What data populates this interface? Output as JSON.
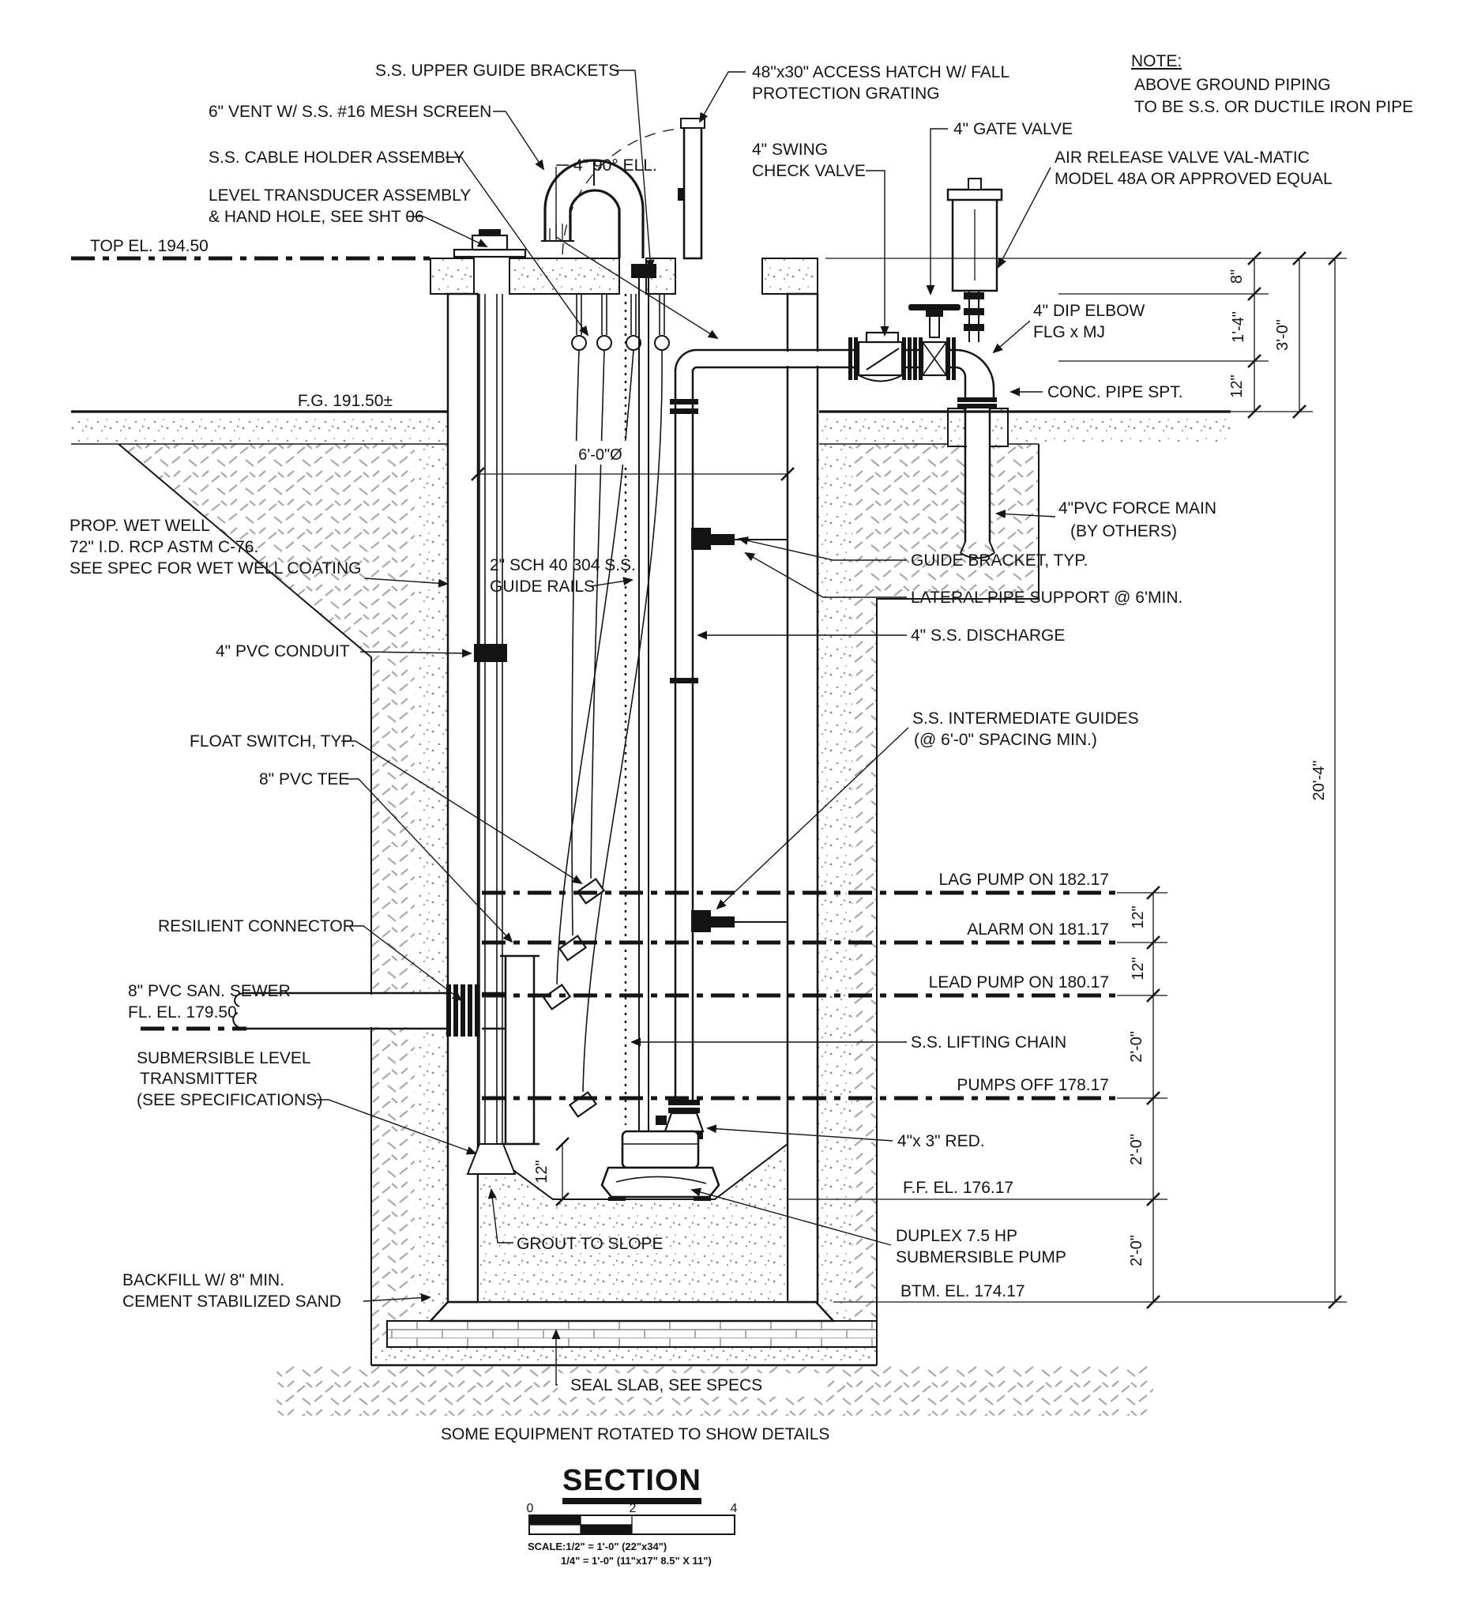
{
  "drawing": {
    "title": "SECTION",
    "footnote": "SOME EQUIPMENT ROTATED TO SHOW DETAILS",
    "note": {
      "heading": "NOTE:",
      "line1": "ABOVE GROUND PIPING",
      "line2": "TO BE S.S. OR DUCTILE IRON PIPE"
    },
    "scale": {
      "tick0": "0",
      "tick2": "2",
      "tick4": "4",
      "line1": "SCALE:1/2\" = 1'-0\" (22\"x34\")",
      "line2": "1/4\" = 1'-0\" (11\"x17\" 8.5\" X 11\")"
    }
  },
  "elevations": {
    "top": "TOP EL. 194.50",
    "fg": "F.G. 191.50±",
    "lag": "LAG PUMP ON 182.17",
    "alarm": "ALARM ON 181.17",
    "lead": "LEAD PUMP ON 180.17",
    "pumps_off": "PUMPS OFF 178.17",
    "ff": "F.F. EL. 176.17",
    "btm": "BTM. EL. 174.17"
  },
  "labels": {
    "upper_guide": "S.S. UPPER GUIDE BRACKETS",
    "vent": "6\" VENT W/ S.S. #16 MESH SCREEN",
    "cable_holder": "S.S. CABLE HOLDER ASSEMBLY",
    "transducer1": "LEVEL TRANSDUCER ASSEMBLY",
    "transducer2": "& HAND HOLE, SEE SHT 06",
    "hatch1": "48\"x30\" ACCESS HATCH W/ FALL",
    "hatch2": "PROTECTION GRATING",
    "swing1": "4\" SWING",
    "swing2": "CHECK VALVE",
    "gate": "4\" GATE VALVE",
    "air1": "AIR RELEASE VALVE VAL-MATIC",
    "air2": "MODEL 48A OR APPROVED EQUAL",
    "ell": "4\" 90° ELL.",
    "dip1": "4\" DIP ELBOW",
    "dip2": "FLG x MJ",
    "conc": "CONC. PIPE SPT.",
    "prop1": "PROP. WET WELL",
    "prop2": "72\" I.D. RCP ASTM C-76.",
    "prop3": "SEE SPEC FOR WET WELL COATING",
    "rails1": "2\" SCH 40 304 S.S.",
    "rails2": "GUIDE RAILS",
    "conduit": "4\" PVC CONDUIT",
    "float": "FLOAT SWITCH, TYP.",
    "tee": "8\" PVC TEE",
    "force1": "4\"PVC FORCE MAIN",
    "force2": "(BY OTHERS)",
    "bracket": "GUIDE BRACKET, TYP.",
    "lateral": "LATERAL PIPE SUPPORT @ 6'MIN.",
    "discharge": "4\" S.S. DISCHARGE",
    "guides1": "S.S. INTERMEDIATE GUIDES",
    "guides2": "(@ 6'-0\" SPACING MIN.)",
    "chain": "S.S. LIFTING CHAIN",
    "reducer": "4\"x 3\" RED.",
    "duplex1": "DUPLEX 7.5 HP",
    "duplex2": "SUBMERSIBLE PUMP",
    "grout": "GROUT TO SLOPE",
    "backfill1": "BACKFILL W/ 8\" MIN.",
    "backfill2": "CEMENT STABILIZED SAND",
    "resilient": "RESILIENT CONNECTOR",
    "sewer1": "8\" PVC SAN. SEWER",
    "sewer2": "FL. EL. 179.50",
    "subm1": "SUBMERSIBLE LEVEL",
    "subm2": "TRANSMITTER",
    "subm3": "(SEE SPECIFICATIONS)",
    "seal": "SEAL SLAB, SEE SPECS"
  },
  "dimensions": {
    "slab": "8\"",
    "d1_4": "1'-4\"",
    "d12_top": "12\"",
    "d3_0": "3'-0\"",
    "d20_4": "20'-4\"",
    "diameter": "6'-0\"Ø",
    "d12_a": "12\"",
    "d12_b": "12\"",
    "d2_0_a": "2'-0\"",
    "d2_0_b": "2'-0\"",
    "d2_0_c": "2'-0\"",
    "d12_bench": "12\""
  }
}
